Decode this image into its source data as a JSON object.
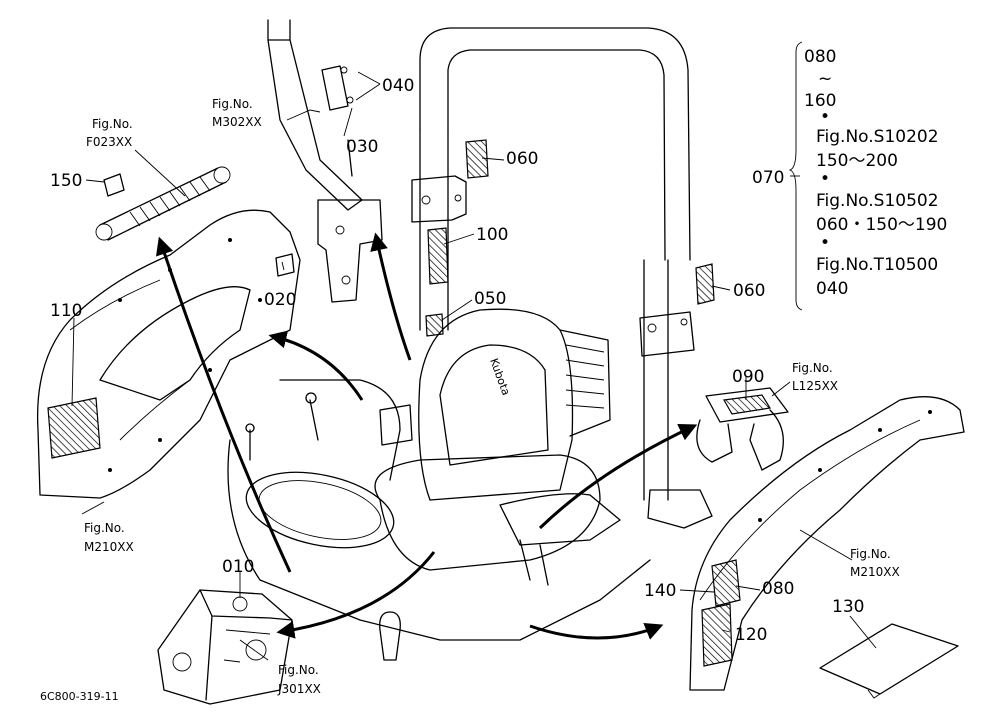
{
  "diagram": {
    "drawing_code": "6C800-319-11",
    "callouts": {
      "c010": "010",
      "c020": "020",
      "c030": "030",
      "c040": "040",
      "c050": "050",
      "c060a": "060",
      "c060b": "060",
      "c070": "070",
      "c080": "080",
      "c090": "090",
      "c100": "100",
      "c110": "110",
      "c120": "120",
      "c130": "130",
      "c140": "140",
      "c150": "150"
    },
    "figure_refs": {
      "f023": {
        "prefix": "Fig.No.",
        "number": "F023XX"
      },
      "m302": {
        "prefix": "Fig.No.",
        "number": "M302XX"
      },
      "m210_left": {
        "prefix": "Fig.No.",
        "number": "M210XX"
      },
      "m210_right": {
        "prefix": "Fig.No.",
        "number": "M210XX"
      },
      "j301": {
        "prefix": "Fig.No.",
        "number": "J301XX"
      },
      "l125": {
        "prefix": "Fig.No.",
        "number": "L125XX"
      }
    },
    "legend": {
      "range_start": "080",
      "range_tilde": "~",
      "range_end": "160",
      "bullet": "•",
      "ref1": "Fig.No.S10202",
      "ref1_items": "150～200",
      "ref2": "Fig.No.S10502",
      "ref2_items": "060・150～190",
      "ref3": "Fig.No.T10500",
      "ref3_items": "040"
    },
    "seat_brand": "Kubota"
  }
}
